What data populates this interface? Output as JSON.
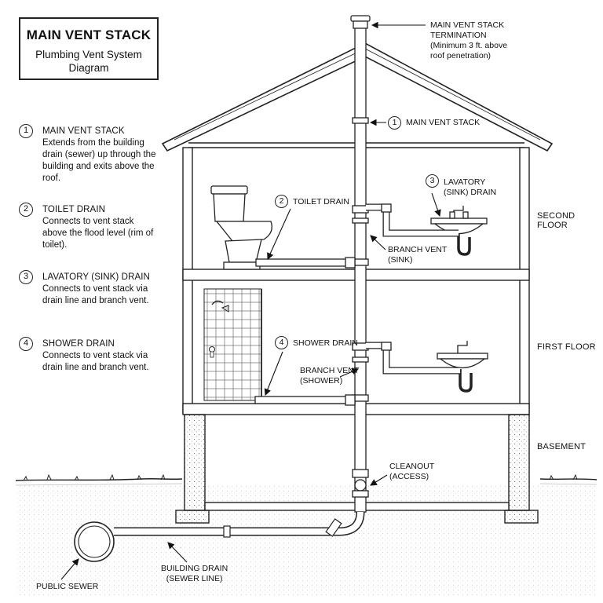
{
  "title": {
    "main": "MAIN VENT STACK",
    "subtitle": "Plumbing Vent System Diagram"
  },
  "legend": [
    {
      "num": "1",
      "head": "MAIN VENT STACK",
      "desc": "Extends from the building drain (sewer) up through the building and exits above the roof."
    },
    {
      "num": "2",
      "head": "TOILET DRAIN",
      "desc": "Connects to vent stack above the flood level (rim of toilet)."
    },
    {
      "num": "3",
      "head": "LAVATORY (SINK) DRAIN",
      "desc": "Connects to vent stack via drain line and branch vent."
    },
    {
      "num": "4",
      "head": "SHOWER DRAIN",
      "desc": "Connects to vent stack via drain line and branch vent."
    }
  ],
  "labels": {
    "termination": "MAIN VENT STACK TERMINATION (Minimum 3 ft. above roof penetration)",
    "termination_l1": "MAIN VENT STACK",
    "termination_l2": "TERMINATION",
    "termination_l3": "(Minimum 3 ft. above",
    "termination_l4": "roof penetration)",
    "main_vent_stack": "MAIN VENT STACK",
    "toilet_drain": "TOILET DRAIN",
    "lavatory_l1": "LAVATORY",
    "lavatory_l2": "(SINK) DRAIN",
    "branch_vent_sink_l1": "BRANCH VENT",
    "branch_vent_sink_l2": "(SINK)",
    "shower_drain": "SHOWER DRAIN",
    "branch_vent_shower_l1": "BRANCH VENT",
    "branch_vent_shower_l2": "(SHOWER)",
    "cleanout_l1": "CLEANOUT",
    "cleanout_l2": "(ACCESS)",
    "building_drain_l1": "BUILDING DRAIN",
    "building_drain_l2": "(SEWER LINE)",
    "public_sewer": "PUBLIC SEWER"
  },
  "callouts": {
    "c1": "1",
    "c2": "2",
    "c3": "3",
    "c4": "4"
  },
  "floors": {
    "second": "SECOND FLOOR",
    "first": "FIRST FLOOR",
    "basement": "BASEMENT"
  }
}
